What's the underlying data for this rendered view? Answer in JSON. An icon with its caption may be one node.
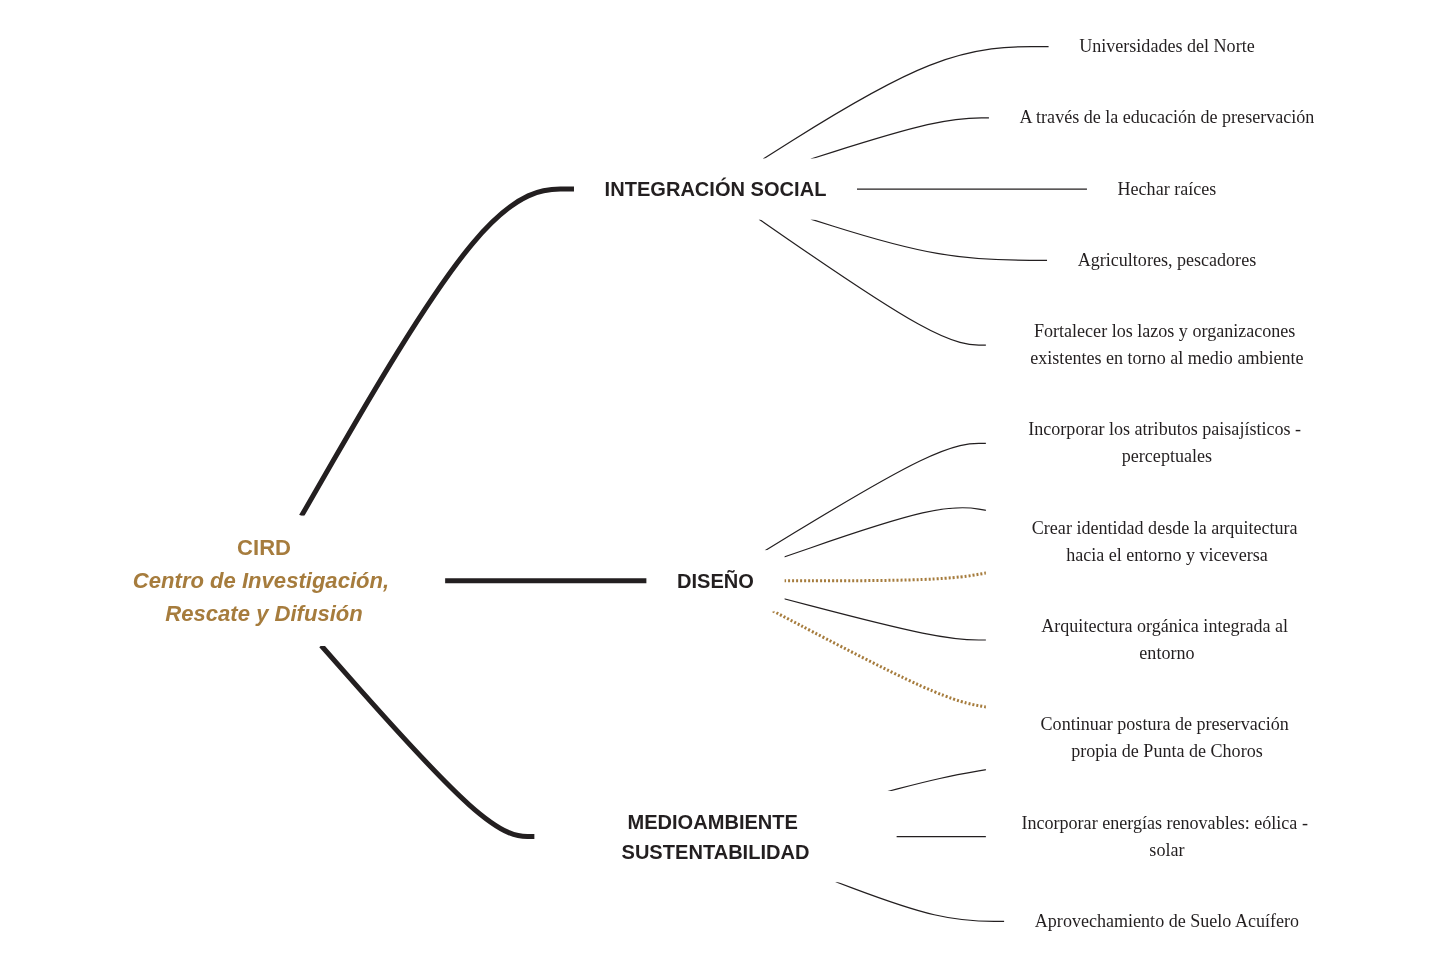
{
  "diagram": {
    "nodes": [
      {
        "text": [
          "CIRD",
          "Centro de Investigación, Rescate y Difusión"
        ]
      },
      {
        "text": [
          "INTEGRACIÓN SOCIAL"
        ]
      },
      {
        "text": [
          "DISEÑO"
        ]
      },
      {
        "text": [
          "MEDIOAMBIENTE SUSTENTABILIDAD"
        ]
      },
      {
        "text": [
          "Universidades del Norte"
        ]
      },
      {
        "text": [
          "A través de la educación de preservación"
        ]
      },
      {
        "text": [
          "Hechar raíces"
        ]
      },
      {
        "text": [
          "Agricultores, pescadores"
        ]
      },
      {
        "text": [
          "Fortalecer los lazos y organizacones existentes en torno al medio ambiente"
        ]
      },
      {
        "text": [
          "Incorporar los atributos paisajísticos - perceptuales"
        ]
      },
      {
        "text": [
          "Crear identidad desde la arquitectura hacia el entorno y viceversa"
        ]
      },
      {
        "text": [
          "Arquitectura orgánica integrada al entorno"
        ]
      },
      {
        "text": [
          "Continuar postura de preservación propia de Punta de Choros"
        ]
      },
      {
        "text": [
          "Incorporar energías renovables: eólica - solar"
        ]
      },
      {
        "text": [
          "Aprovechamiento de Suelo Acuífero"
        ]
      }
    ],
    "edges": [
      {
        "from": 0,
        "to": 1,
        "arrow": "none",
        "style": "thick"
      },
      {
        "from": 0,
        "to": 2,
        "arrow": "none",
        "style": "thick"
      },
      {
        "from": 0,
        "to": 3,
        "arrow": "none",
        "style": "thick"
      },
      {
        "from": 1,
        "to": 4,
        "arrow": "none"
      },
      {
        "from": 1,
        "to": 5,
        "arrow": "none"
      },
      {
        "from": 1,
        "to": 6,
        "arrow": "none"
      },
      {
        "from": 1,
        "to": 7,
        "arrow": "none"
      },
      {
        "from": 1,
        "to": 8,
        "arrow": "none"
      },
      {
        "from": 2,
        "to": 9,
        "arrow": "none"
      },
      {
        "from": 2,
        "to": 10,
        "arrow": "none"
      },
      {
        "from": 2,
        "to": 10,
        "arrow": "none",
        "style": "dashed",
        "color": "#a67c3d"
      },
      {
        "from": 2,
        "to": 11,
        "arrow": "none"
      },
      {
        "from": 2,
        "to": 12,
        "arrow": "none",
        "style": "dashed",
        "color": "#a67c3d"
      },
      {
        "from": 3,
        "to": 12,
        "arrow": "none"
      },
      {
        "from": 3,
        "to": 13,
        "arrow": "none"
      },
      {
        "from": 3,
        "to": 14,
        "arrow": "none"
      }
    ]
  }
}
